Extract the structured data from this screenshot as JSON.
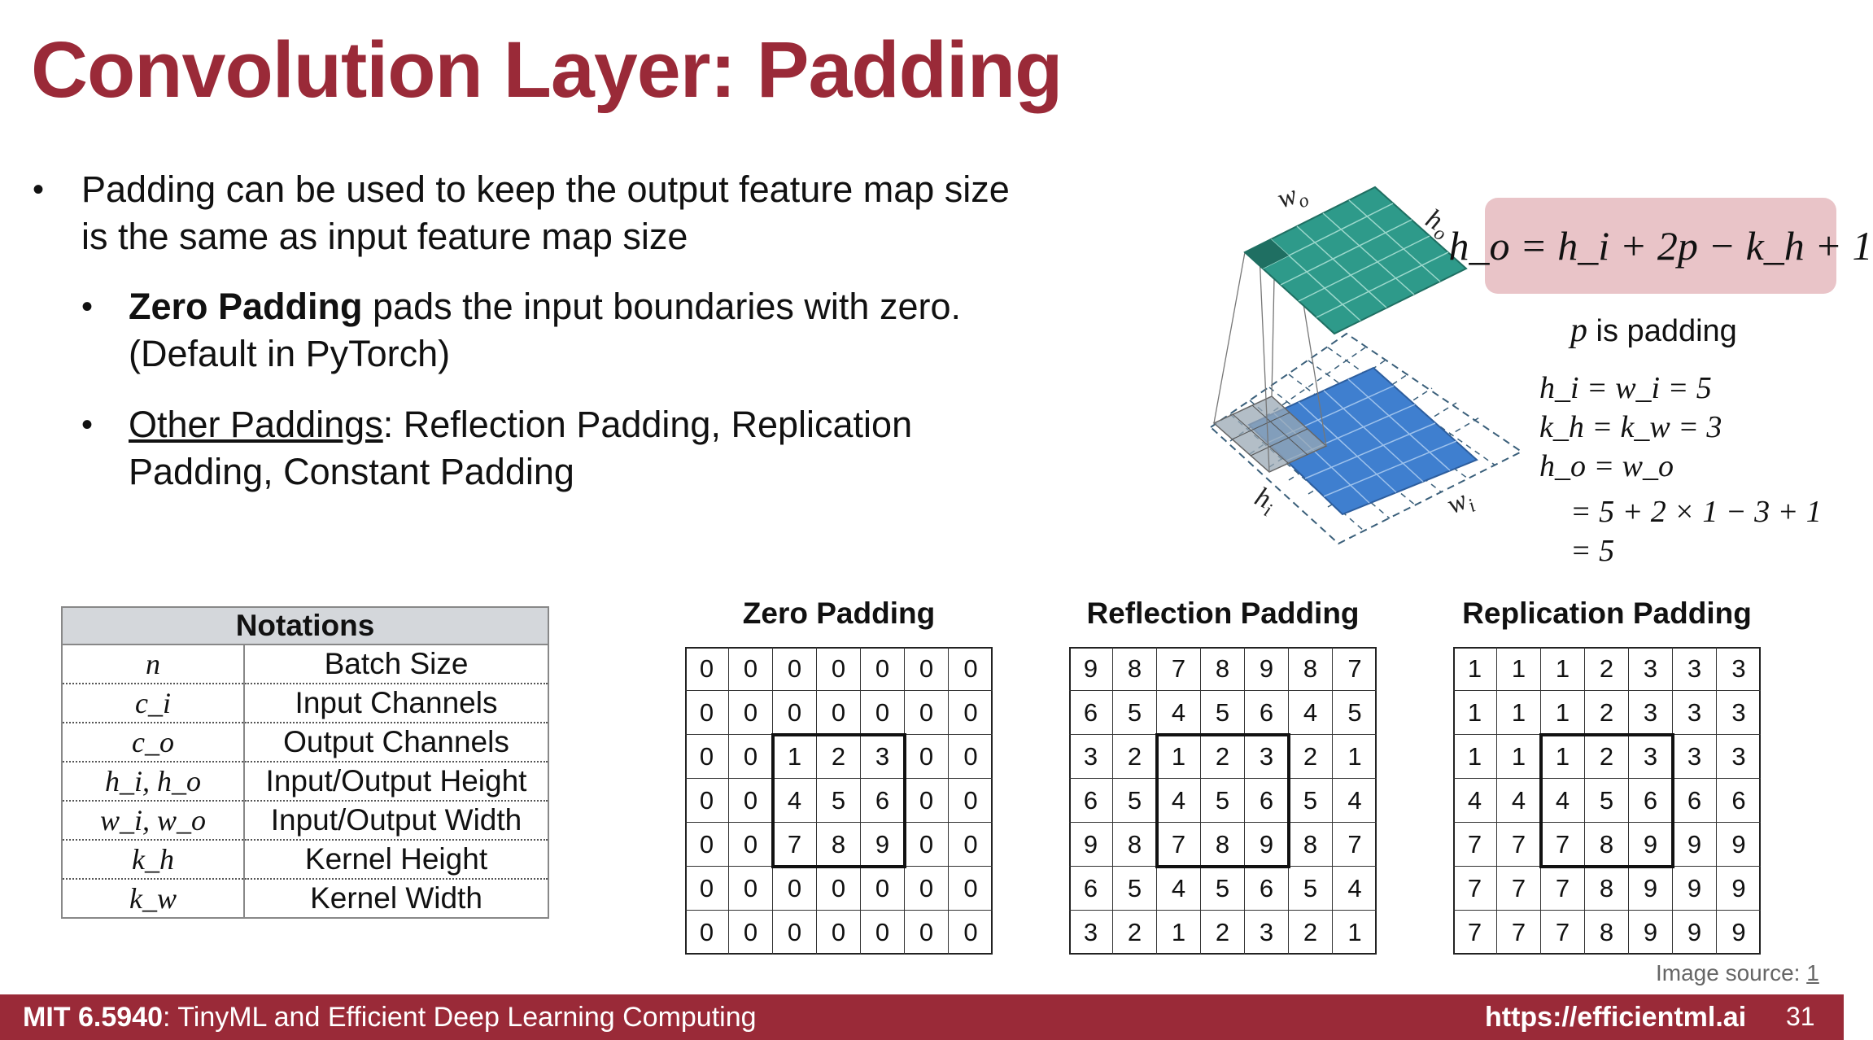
{
  "title": "Convolution Layer: Padding",
  "bullets": {
    "main": "Padding can be used to keep the output feature map size is the same as input feature map size",
    "zero_bold": "Zero Padding",
    "zero_rest": " pads the input boundaries with zero. (Default in PyTorch)",
    "other_underlined": "Other Paddings",
    "other_rest": ": Reflection Padding, Replication Padding, Constant Padding"
  },
  "diagram_labels": {
    "wo": "w",
    "wo_sub": "o",
    "ho": "h",
    "ho_sub": "o",
    "hi": "h",
    "hi_sub": "i",
    "wi": "w",
    "wi_sub": "i"
  },
  "formula": {
    "main": "h_o = h_i + 2p − k_h + 1",
    "p_symbol": "p",
    "p_text": " is padding",
    "eq1": "h_i = w_i = 5",
    "eq2": "k_h = k_w = 3",
    "eq3": "h_o = w_o",
    "eq4": "= 5 + 2 × 1 − 3 + 1",
    "eq5": "= 5"
  },
  "notations": {
    "header": "Notations",
    "rows": [
      {
        "symbol": "n",
        "meaning": "Batch Size"
      },
      {
        "symbol": "c_i",
        "meaning": "Input Channels"
      },
      {
        "symbol": "c_o",
        "meaning": "Output Channels"
      },
      {
        "symbol": "h_i, h_o",
        "meaning": "Input/Output Height"
      },
      {
        "symbol": "w_i, w_o",
        "meaning": "Input/Output Width"
      },
      {
        "symbol": "k_h",
        "meaning": "Kernel Height"
      },
      {
        "symbol": "k_w",
        "meaning": "Kernel Width"
      }
    ]
  },
  "padding_examples": [
    {
      "title": "Zero Padding",
      "grid": [
        [
          0,
          0,
          0,
          0,
          0,
          0,
          0
        ],
        [
          0,
          0,
          0,
          0,
          0,
          0,
          0
        ],
        [
          0,
          0,
          1,
          2,
          3,
          0,
          0
        ],
        [
          0,
          0,
          4,
          5,
          6,
          0,
          0
        ],
        [
          0,
          0,
          7,
          8,
          9,
          0,
          0
        ],
        [
          0,
          0,
          0,
          0,
          0,
          0,
          0
        ],
        [
          0,
          0,
          0,
          0,
          0,
          0,
          0
        ]
      ]
    },
    {
      "title": "Reflection Padding",
      "grid": [
        [
          9,
          8,
          7,
          8,
          9,
          8,
          7
        ],
        [
          6,
          5,
          4,
          5,
          6,
          4,
          5
        ],
        [
          3,
          2,
          1,
          2,
          3,
          2,
          1
        ],
        [
          6,
          5,
          4,
          5,
          6,
          5,
          4
        ],
        [
          9,
          8,
          7,
          8,
          9,
          8,
          7
        ],
        [
          6,
          5,
          4,
          5,
          6,
          5,
          4
        ],
        [
          3,
          2,
          1,
          2,
          3,
          2,
          1
        ]
      ]
    },
    {
      "title": "Replication Padding",
      "grid": [
        [
          1,
          1,
          1,
          2,
          3,
          3,
          3
        ],
        [
          1,
          1,
          1,
          2,
          3,
          3,
          3
        ],
        [
          1,
          1,
          1,
          2,
          3,
          3,
          3
        ],
        [
          4,
          4,
          4,
          5,
          6,
          6,
          6
        ],
        [
          7,
          7,
          7,
          8,
          9,
          9,
          9
        ],
        [
          7,
          7,
          7,
          8,
          9,
          9,
          9
        ],
        [
          7,
          7,
          7,
          8,
          9,
          9,
          9
        ]
      ]
    }
  ],
  "image_source": {
    "label": "Image source: ",
    "link": "1"
  },
  "footer": {
    "course_bold": "MIT 6.5940",
    "course_rest": ": TinyML and Efficient Deep Learning Computing",
    "url": "https://efficientml.ai",
    "page": "31"
  },
  "colors": {
    "accent": "#9a2a38",
    "formula_bg": "#e9c4c8",
    "output_teal": "#2e9a8a",
    "input_blue": "#3f7fcf"
  }
}
